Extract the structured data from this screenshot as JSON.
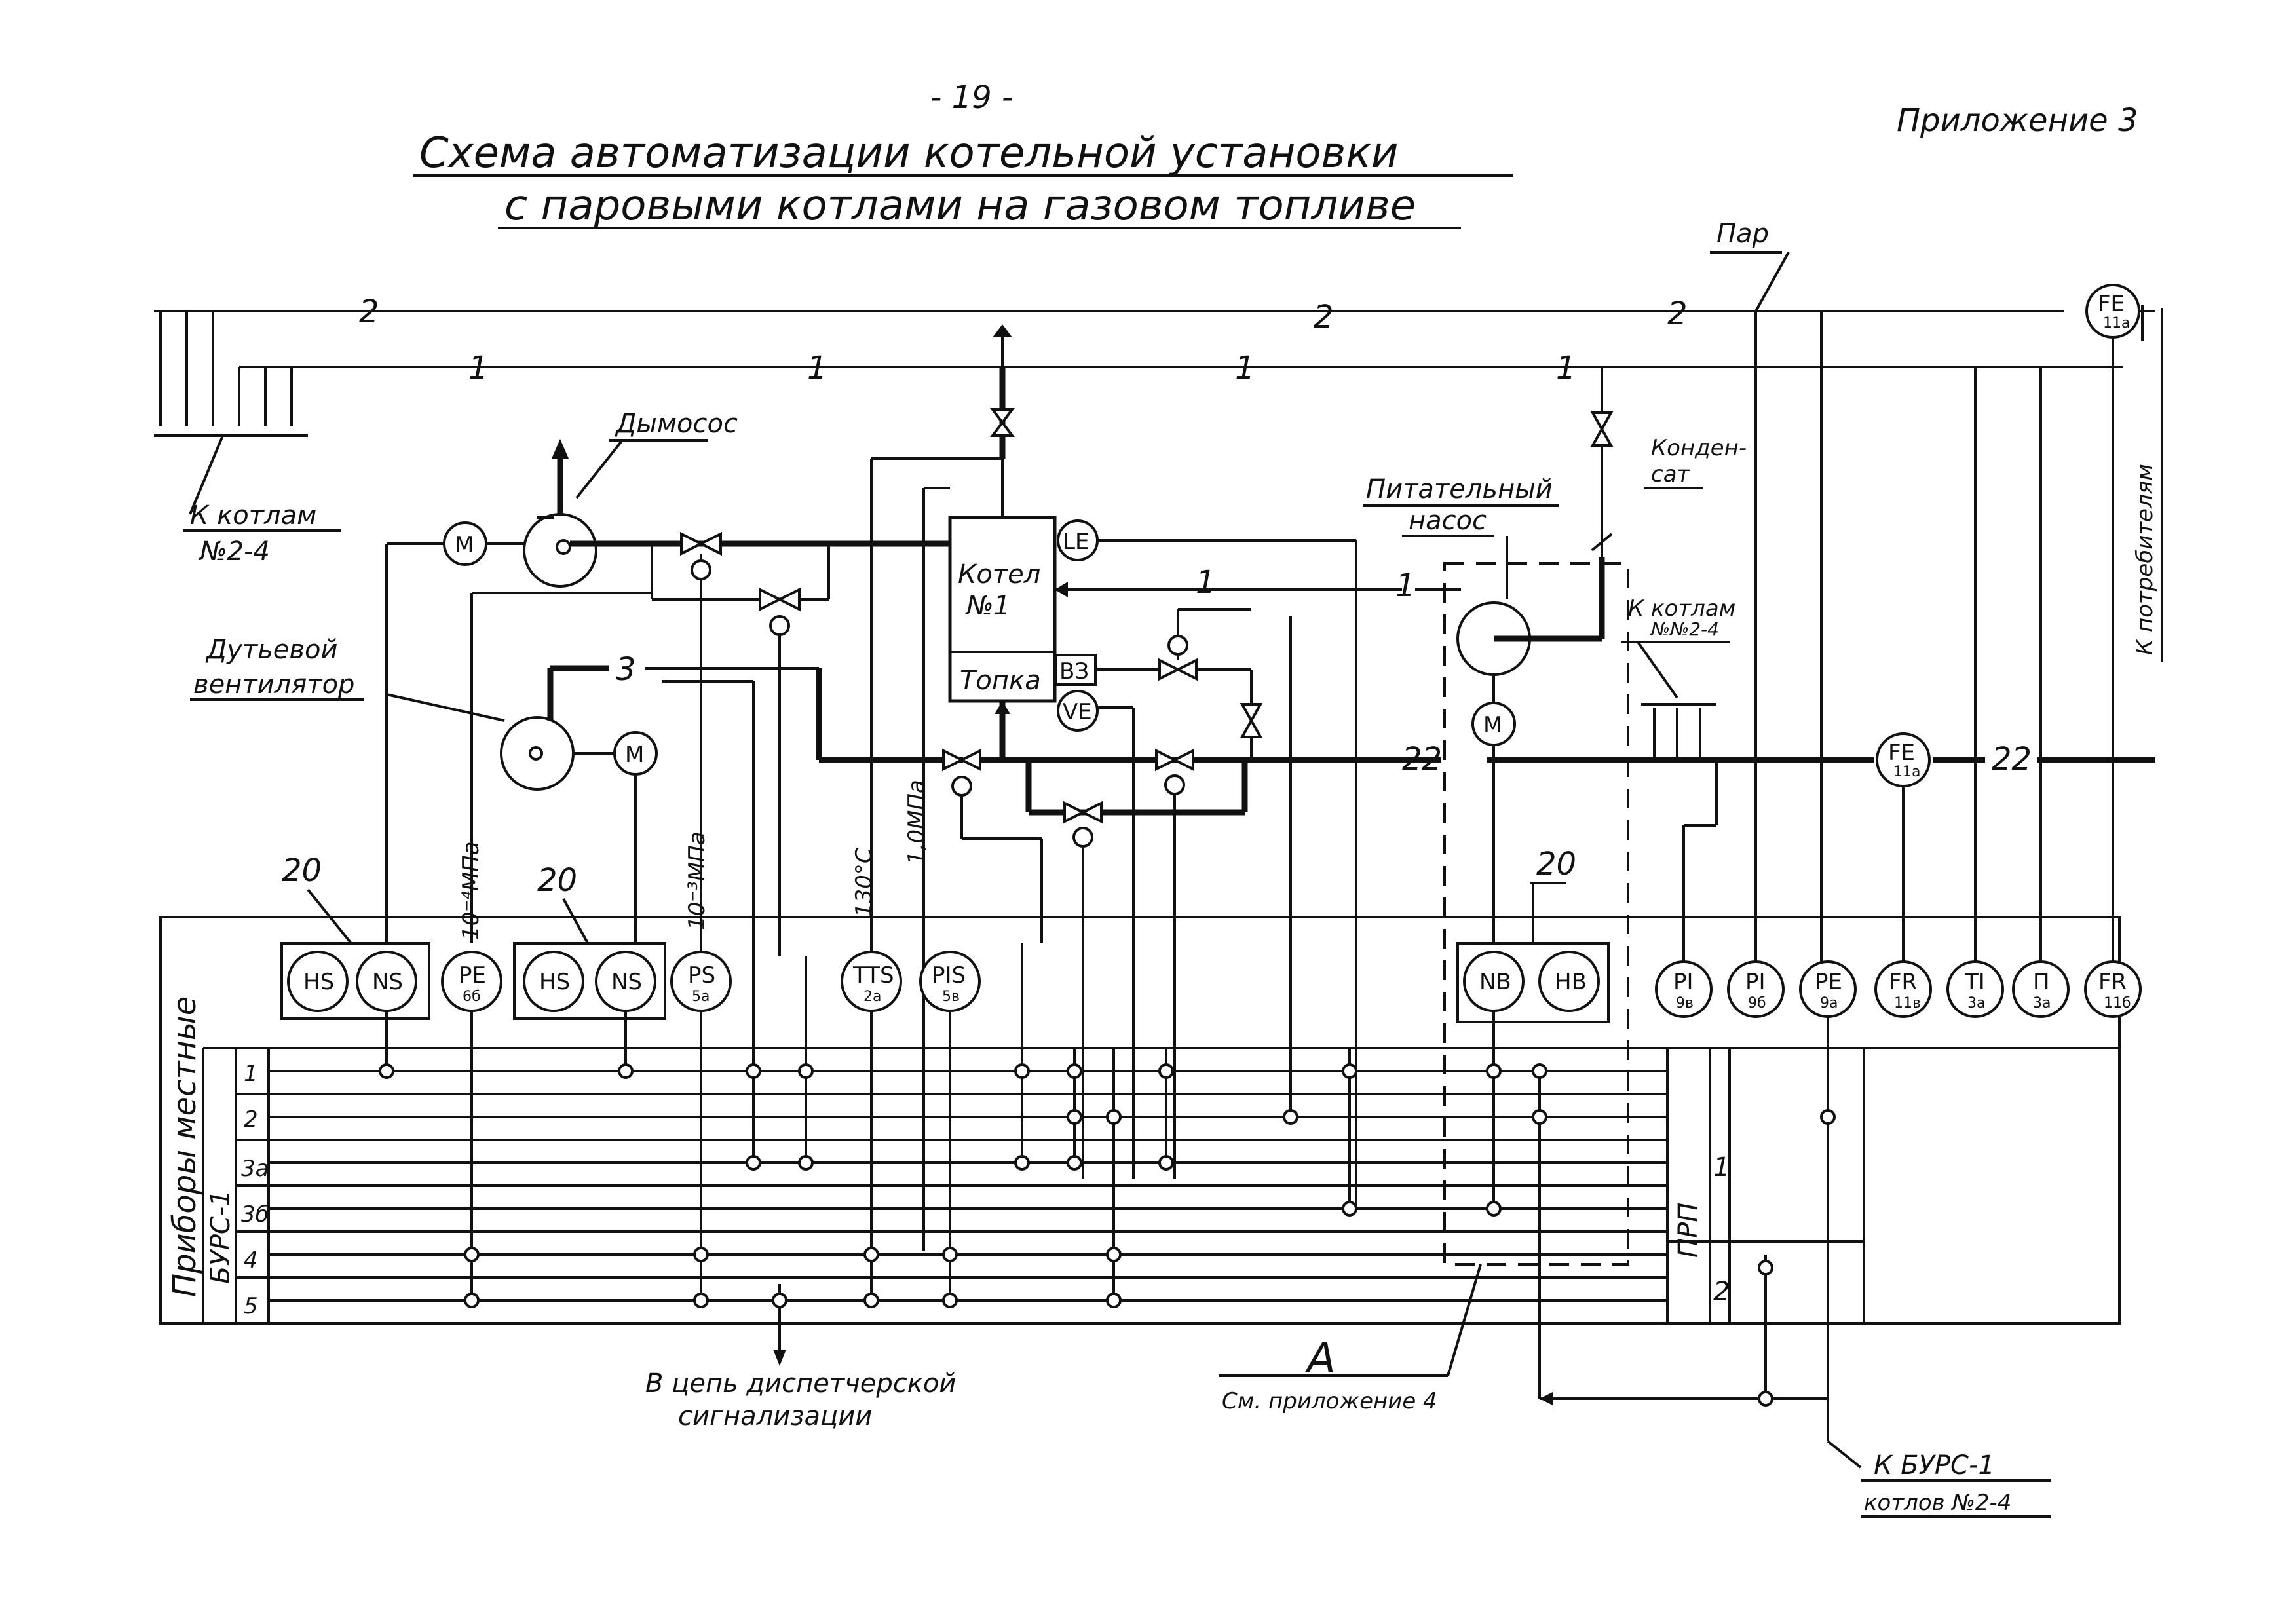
{
  "header": {
    "page_number": "- 19 -",
    "appendix": "Приложение 3",
    "title_line1": "Схема автоматизации котельной установки",
    "title_line2": "с паровыми котлами на газовом топливе"
  },
  "labels": {
    "steam": "Пар",
    "to_boilers_2_4": "К котлам",
    "to_boilers_2_4_b": "№2-4",
    "smoke_exhauster": "Дымосос",
    "blower_fan_1": "Дутьевой",
    "blower_fan_2": "вентилятор",
    "boiler_1": "Котел",
    "boiler_1b": "№1",
    "furnace": "Топка",
    "feed_pump_1": "Питательный",
    "feed_pump_2": "насос",
    "condensate_1": "Конден-",
    "condensate_2": "сат",
    "to_boilers_right": "К котлам",
    "to_boilers_right_b": "№№2-4",
    "to_consumers": "К потребителям",
    "local_devices": "Приборы местные",
    "bors": "БУРС-1",
    "prp": "ПРП",
    "dispatch_1": "В цепь диспетчерской",
    "dispatch_2": "сигнализации",
    "section_a": "А",
    "see_appendix": "См. приложение 4",
    "to_bors_1": "К БУРС-1",
    "to_bors_2": "котлов №2-4",
    "p_10_4": "10⁻⁴МПа",
    "p_10_3": "10⁻³МПа",
    "t_130": "130°С",
    "p_1_0": "1,0МПа"
  },
  "line_numbers": {
    "l2a": "2",
    "l2b": "2",
    "l2c": "2",
    "l1a": "1",
    "l1b": "1",
    "l1c": "1",
    "l1d": "1",
    "l1e": "1",
    "l1f": "1",
    "l3": "3",
    "l22a": "22",
    "l22b": "22",
    "n20a": "20",
    "n20b": "20",
    "n20c": "20"
  },
  "instruments": {
    "m1": "M",
    "m2": "M",
    "m3": "M",
    "le": "LE",
    "ve": "VE",
    "b3": "ВЗ",
    "fe_top": "FE",
    "fe_top_sub": "11а",
    "fe_mid": "FE",
    "fe_mid_sub": "11а",
    "hs1": "HS",
    "ns1": "NS",
    "pe6": "PE",
    "pe6_sub": "6б",
    "hs2": "HS",
    "ns2": "NS",
    "ps5": "PS",
    "ps5_sub": "5а",
    "tts": "TTS",
    "tts_sub": "2а",
    "pis": "PIS",
    "pis_sub": "5в",
    "nb1": "NB",
    "nb2": "HB",
    "pi8": "PI",
    "pi8_sub": "9в",
    "pi9": "PI",
    "pi9_sub": "9б",
    "pe9": "PE",
    "pe9_sub": "9а",
    "fr11": "FR",
    "fr11_sub": "11в",
    "ti3": "TI",
    "ti3_sub": "3а",
    "pi3": "П",
    "pi3_sub": "3а",
    "fr11b": "FR",
    "fr11b_sub": "11б"
  },
  "rows": {
    "r1": "1",
    "r2": "2",
    "r3a": "3а",
    "r3b": "3б",
    "r4": "4",
    "r5": "5",
    "prp1": "1",
    "prp2": "2"
  }
}
